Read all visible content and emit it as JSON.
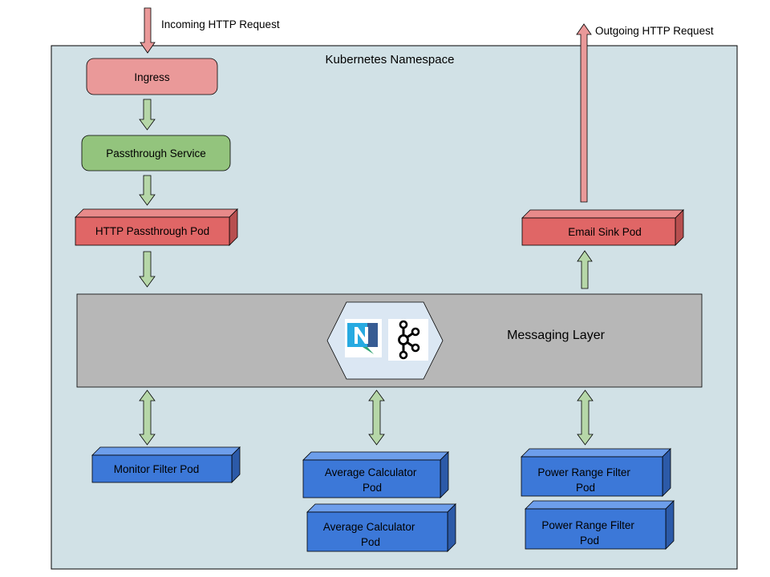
{
  "external": {
    "incoming_label": "Incoming HTTP Request",
    "outgoing_label": "Outgoing HTTP Request"
  },
  "namespace": {
    "title": "Kubernetes Namespace"
  },
  "boxes": {
    "ingress": "Ingress",
    "passthrough_service": "Passthrough Service",
    "http_passthrough_pod": "HTTP Passthrough Pod",
    "email_sink_pod": "Email Sink Pod",
    "monitor_filter_pod": "Monitor Filter Pod",
    "average_calculator_pod": [
      "Average Calculator",
      "Pod"
    ],
    "power_range_filter_pod": [
      "Power Range Filter",
      "Pod"
    ]
  },
  "messaging": {
    "label": "Messaging Layer",
    "icons": [
      "nats-logo-icon",
      "kafka-logo-icon"
    ]
  },
  "colors": {
    "namespace_fill": "#d1e1e6",
    "ingress_fill": "#ea9999",
    "service_fill": "#93c47d",
    "red_pod": "#e06666",
    "blue_pod": "#3c78d8",
    "messaging_fill": "#b7b7b7",
    "external_arrow": "#ea9999",
    "internal_arrow": "#b6d7a8"
  }
}
